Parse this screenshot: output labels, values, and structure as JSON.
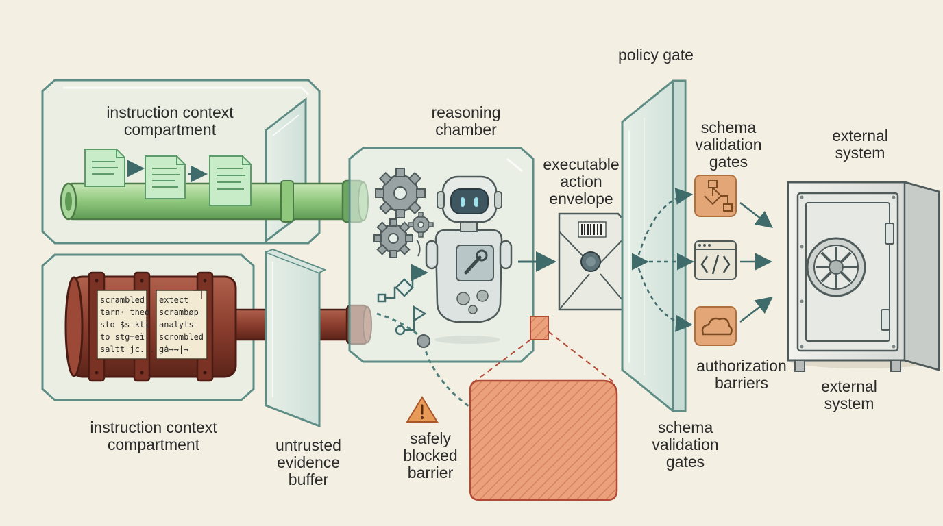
{
  "labels": {
    "instruction_context_top": [
      "instruction context",
      "compartment"
    ],
    "instruction_context_bottom": [
      "instruction context",
      "compartment"
    ],
    "untrusted_evidence_buffer": [
      "untrusted",
      "evidence",
      "buffer"
    ],
    "reasoning_chamber": [
      "reasoning",
      "chamber"
    ],
    "executable_action_envelope": [
      "executable",
      "action",
      "envelope"
    ],
    "safely_blocked_barrier": [
      "safely",
      "blocked",
      "barrier"
    ],
    "policy_gate": [
      "policy gate"
    ],
    "schema_validation_gates_top": [
      "schema",
      "validation",
      "gates"
    ],
    "schema_validation_gates_bottom": [
      "schema",
      "validation",
      "gates"
    ],
    "authorization_barriers": [
      "authorization",
      "barriers"
    ],
    "external_system_top": [
      "external",
      "system"
    ],
    "external_system_bottom": [
      "external",
      "system"
    ]
  },
  "scroll_text": {
    "left_column": [
      "scrambled",
      "tarn· tneø",
      "sto $s-kti",
      "to stg=eï",
      "saltt jc..."
    ],
    "right_column": [
      "extеct",
      "scrambøp",
      "analyts-",
      "scrombled",
      "gȧ→→|→"
    ]
  },
  "icons": [
    "document-icon",
    "gear-icon",
    "robot-icon",
    "wrench-icon",
    "envelope-icon",
    "wax-seal-icon",
    "warning-icon",
    "flowchart-icon",
    "code-icon",
    "cloud-icon",
    "vault-icon"
  ],
  "colors": {
    "background": "#f3efe2",
    "glass_stroke": "#5e8d86",
    "glass_fill": "#dfece3",
    "instruction_pipe": "#9fcf8f",
    "untrusted_pipe": "#8a3f2f",
    "blocked_barrier": "#e9a07c",
    "gate_orange": "#e3a677",
    "arrow": "#3f6b6b"
  }
}
